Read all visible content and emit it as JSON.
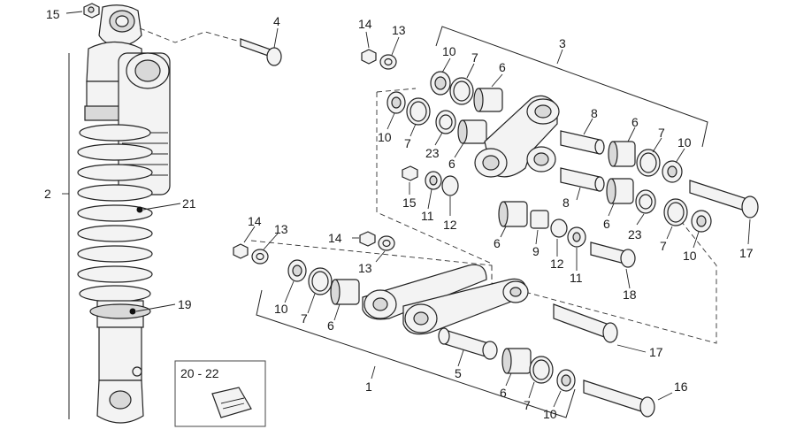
{
  "diagram": {
    "callouts": [
      {
        "id": "c15a",
        "text": "15"
      },
      {
        "id": "c4",
        "text": "4"
      },
      {
        "id": "c2",
        "text": "2"
      },
      {
        "id": "c21",
        "text": "21"
      },
      {
        "id": "c19",
        "text": "19"
      },
      {
        "id": "c2022",
        "text": "20 - 22"
      },
      {
        "id": "c14a",
        "text": "14"
      },
      {
        "id": "c13a",
        "text": "13"
      },
      {
        "id": "c3",
        "text": "3"
      },
      {
        "id": "c10a",
        "text": "10"
      },
      {
        "id": "c7a",
        "text": "7"
      },
      {
        "id": "c6a",
        "text": "6"
      },
      {
        "id": "c10b",
        "text": "10"
      },
      {
        "id": "c7b",
        "text": "7"
      },
      {
        "id": "c23a",
        "text": "23"
      },
      {
        "id": "c6b",
        "text": "6"
      },
      {
        "id": "c8a",
        "text": "8"
      },
      {
        "id": "c6c",
        "text": "6"
      },
      {
        "id": "c7c",
        "text": "7"
      },
      {
        "id": "c10c",
        "text": "10"
      },
      {
        "id": "c15b",
        "text": "15"
      },
      {
        "id": "c11a",
        "text": "11"
      },
      {
        "id": "c12a",
        "text": "12"
      },
      {
        "id": "c8b",
        "text": "8"
      },
      {
        "id": "c6d",
        "text": "6"
      },
      {
        "id": "c23b",
        "text": "23"
      },
      {
        "id": "c7d",
        "text": "7"
      },
      {
        "id": "c10d",
        "text": "10"
      },
      {
        "id": "c17a",
        "text": "17"
      },
      {
        "id": "c6e",
        "text": "6"
      },
      {
        "id": "c9",
        "text": "9"
      },
      {
        "id": "c12b",
        "text": "12"
      },
      {
        "id": "c11b",
        "text": "11"
      },
      {
        "id": "c18",
        "text": "18"
      },
      {
        "id": "c14b",
        "text": "14"
      },
      {
        "id": "c13b",
        "text": "13"
      },
      {
        "id": "c14c",
        "text": "14"
      },
      {
        "id": "c13c",
        "text": "13"
      },
      {
        "id": "c10e",
        "text": "10"
      },
      {
        "id": "c7e",
        "text": "7"
      },
      {
        "id": "c6f",
        "text": "6"
      },
      {
        "id": "c17b",
        "text": "17"
      },
      {
        "id": "c1",
        "text": "1"
      },
      {
        "id": "c5",
        "text": "5"
      },
      {
        "id": "c6g",
        "text": "6"
      },
      {
        "id": "c7f",
        "text": "7"
      },
      {
        "id": "c10f",
        "text": "10"
      },
      {
        "id": "c16",
        "text": "16"
      }
    ]
  }
}
